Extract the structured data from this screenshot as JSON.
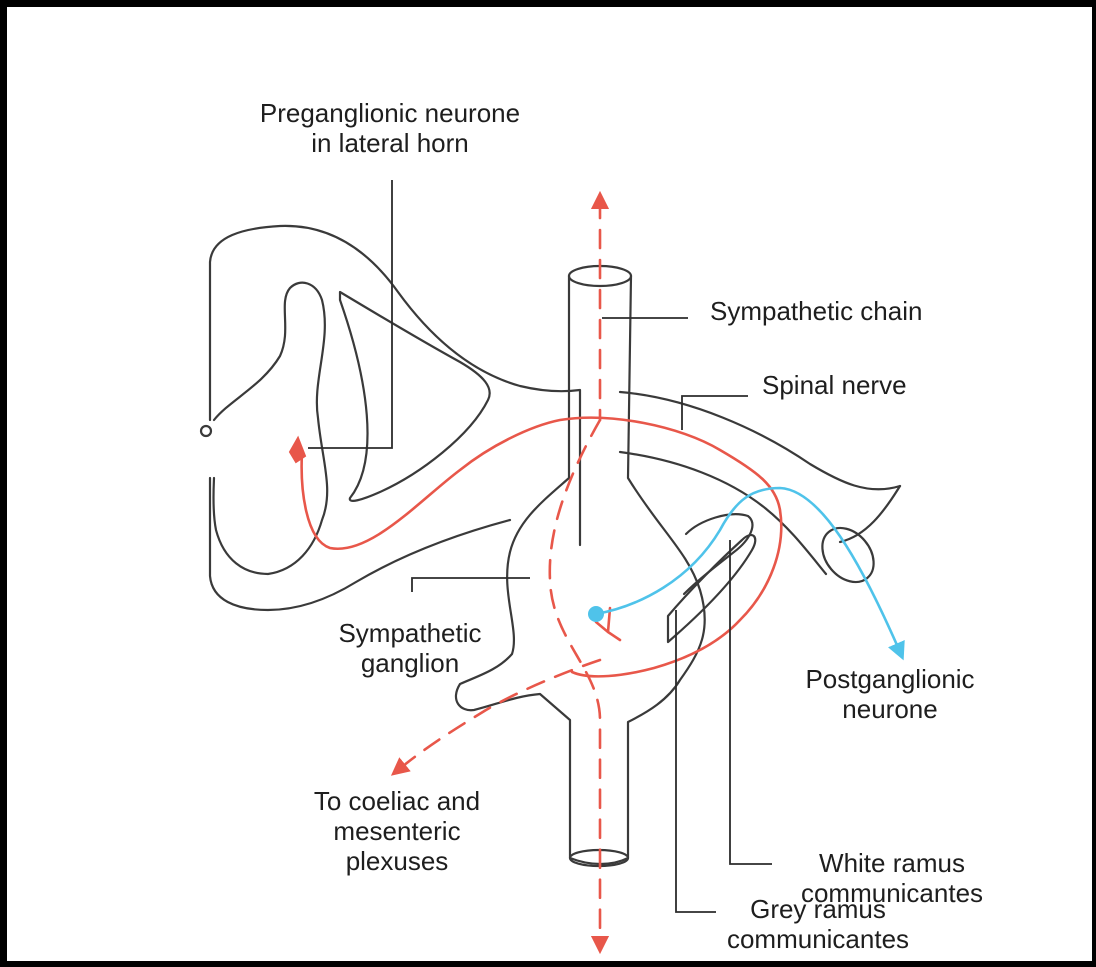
{
  "diagram": {
    "labels": {
      "preganglionic": [
        "Preganglionic neurone",
        "in lateral horn"
      ],
      "sympathetic_chain": "Sympathetic chain",
      "spinal_nerve": "Spinal nerve",
      "sympathetic_ganglion": [
        "Sympathetic",
        "ganglion"
      ],
      "postganglionic": [
        "Postganglionic",
        "neurone"
      ],
      "coeliac": [
        "To coeliac and",
        "mesenteric",
        "plexuses"
      ],
      "white_ramus": [
        "White ramus",
        "communicantes"
      ],
      "grey_ramus": [
        "Grey ramus",
        "communicantes"
      ]
    },
    "colors": {
      "outline": "#3a3a3a",
      "preganglionic_fibre": "#e8574a",
      "postganglionic_fibre": "#4fc3ea",
      "frame": "#000000"
    }
  }
}
